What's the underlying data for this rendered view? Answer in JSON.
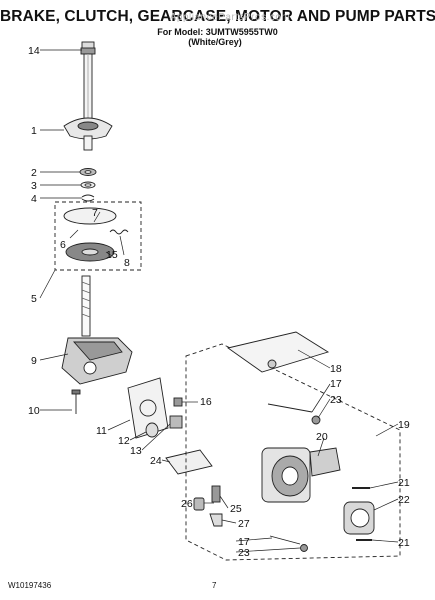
{
  "title": "BRAKE, CLUTCH, GEARCASE, MOTOR AND PUMP PARTS",
  "subtitle_model": "For Model: 3UMTW5955TW0",
  "subtitle_color": "(White/Grey)",
  "watermark": "AppliancePartsPros.com",
  "footer_left": "W10197436",
  "footer_page": "7",
  "callouts": [
    "14",
    "1",
    "2",
    "3",
    "4",
    "7",
    "6",
    "15",
    "8",
    "5",
    "9",
    "10",
    "18",
    "17",
    "23",
    "16",
    "19",
    "11",
    "12",
    "13",
    "20",
    "24",
    "21",
    "22",
    "26",
    "25",
    "27",
    "17",
    "23",
    "21"
  ]
}
